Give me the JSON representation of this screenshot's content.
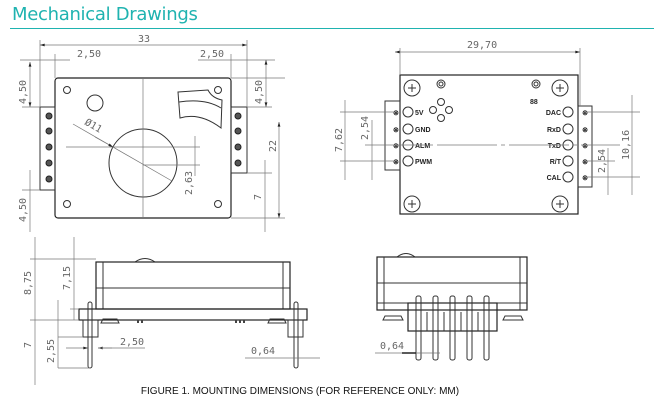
{
  "header": {
    "title": "Mechanical Drawings"
  },
  "top_view": {
    "dims": {
      "overall_width": "33",
      "left_offset": "2,50",
      "right_offset": "2,50",
      "left_top": "4,50",
      "left_bottom": "4,50",
      "right_top": "4,50",
      "right_height": "22",
      "right_bottom": "7",
      "center_offset": "2,63",
      "diameter": "Ø11"
    }
  },
  "connector_view": {
    "dims": {
      "width": "29,70",
      "left_span": "7,62",
      "left_pitch": "2,54",
      "right_pitch": "2,54",
      "right_span": "10,16"
    },
    "marking": "88",
    "left_pins": [
      "5V",
      "GND",
      "ALM",
      "PWM"
    ],
    "right_pins": [
      "DAC",
      "RxD",
      "TxD",
      "R/T",
      "CAL"
    ]
  },
  "side_view": {
    "dims": {
      "total_height": "8,75",
      "body_height": "7,15",
      "pin_length": "7",
      "pin_exposed": "2,55",
      "pin_offset": "2,50",
      "pin_diameter": "0,64"
    }
  },
  "end_view": {
    "dims": {
      "pin_diameter": "0,64"
    }
  },
  "caption": "FIGURE 1. MOUNTING DIMENSIONS (FOR REFERENCE ONLY: MM)"
}
